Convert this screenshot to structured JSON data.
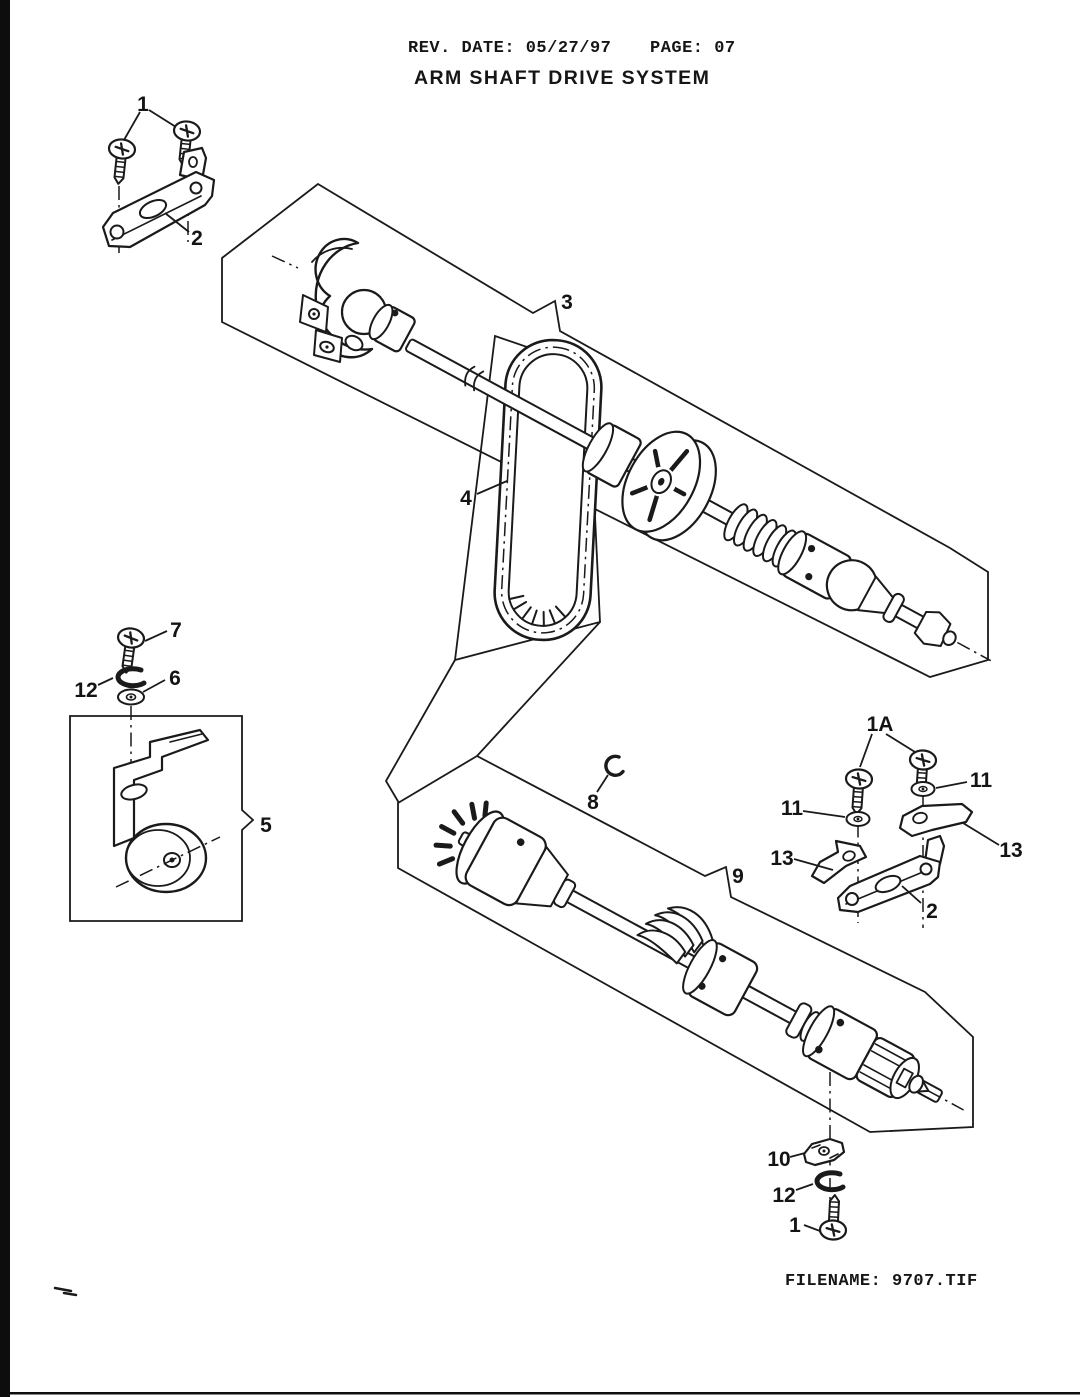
{
  "header": {
    "rev_date_label": "REV. DATE:",
    "rev_date_value": "05/27/97",
    "page_label": "PAGE:",
    "page_value": "07",
    "title": "ARM SHAFT DRIVE SYSTEM"
  },
  "footer": {
    "filename_label": "FILENAME:",
    "filename_value": "9707.TIF"
  },
  "diagram": {
    "type": "exploded-parts-diagram",
    "ink_color": "#1a1a1a",
    "paper_color": "#ffffff",
    "callouts": [
      {
        "text": "1"
      },
      {
        "text": "2"
      },
      {
        "text": "3"
      },
      {
        "text": "4"
      },
      {
        "text": "7"
      },
      {
        "text": "12"
      },
      {
        "text": "6"
      },
      {
        "text": "5"
      },
      {
        "text": "8"
      },
      {
        "text": "9"
      },
      {
        "text": "1A"
      },
      {
        "text": "11"
      },
      {
        "text": "11"
      },
      {
        "text": "13"
      },
      {
        "text": "13"
      },
      {
        "text": "2"
      },
      {
        "text": "10"
      },
      {
        "text": "12"
      },
      {
        "text": "1"
      }
    ]
  }
}
